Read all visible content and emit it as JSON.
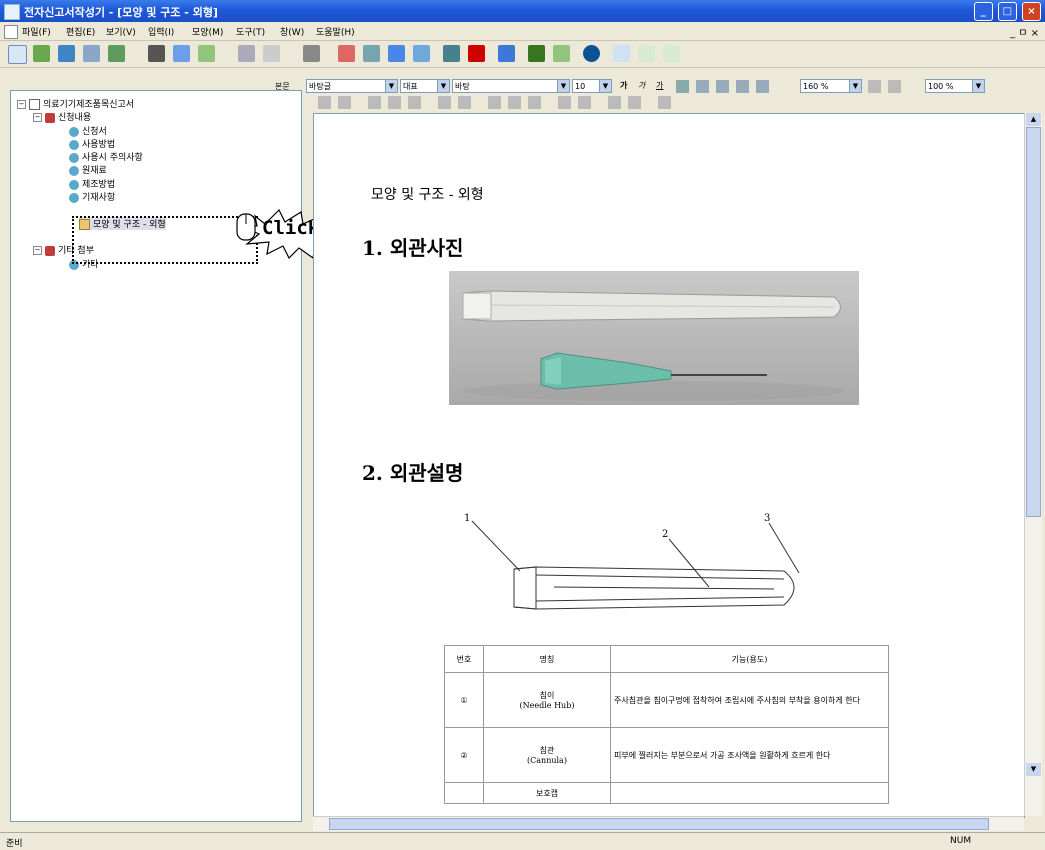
{
  "window": {
    "title": "전자신고서작성기 - [모양 및 구조 - 외형]",
    "buttons": [
      "_",
      "□",
      "×"
    ]
  },
  "menu": {
    "items": [
      "파일(F)",
      "편집(E)",
      "보기(V)",
      "입력(I)",
      "모양(M)",
      "도구(T)",
      "창(W)",
      "도움말(H)"
    ],
    "mdi": "_ ㅁ ×"
  },
  "format": {
    "style_label": "본문",
    "style": "바탕글",
    "font_lang": "대표",
    "font": "바탕",
    "size": "10",
    "bold": "가",
    "italic": "가",
    "underline": "가",
    "zoom1": "160 %",
    "zoom2": "100 %"
  },
  "tree": {
    "root": "의료기기제조품목신고서",
    "folder1": "신청내용",
    "items": [
      "신청서",
      "사용방법",
      "사용시 주의사항",
      "원재료",
      "제조방법",
      "기재사항"
    ],
    "selected": "모양 및 구조 - 외형",
    "folder2": "기타 첨부",
    "other": "기타"
  },
  "callout": {
    "text": "Click"
  },
  "doc": {
    "title": "모양 및 구조 - 외형",
    "heading1": "1. 외관사진",
    "heading2": "2. 외관설명",
    "diagram_labels": [
      "1",
      "2",
      "3"
    ],
    "table": {
      "headers": [
        "번호",
        "명칭",
        "기능(용도)"
      ],
      "rows": [
        {
          "no": "①",
          "name_ko": "침이",
          "name_en": "(Needle Hub)",
          "desc": "주사침관을 침이구멍에 접착하여 조립시에 주사침의 부착을 용이하게 한다"
        },
        {
          "no": "②",
          "name_ko": "침관",
          "name_en": "(Cannula)",
          "desc": "피부에 찔러지는 부분으로서 가공 조사액을 원활하게 흐르게 한다"
        }
      ],
      "partial": "보호캡"
    }
  },
  "status": {
    "left": "준비",
    "right": "NUM"
  }
}
